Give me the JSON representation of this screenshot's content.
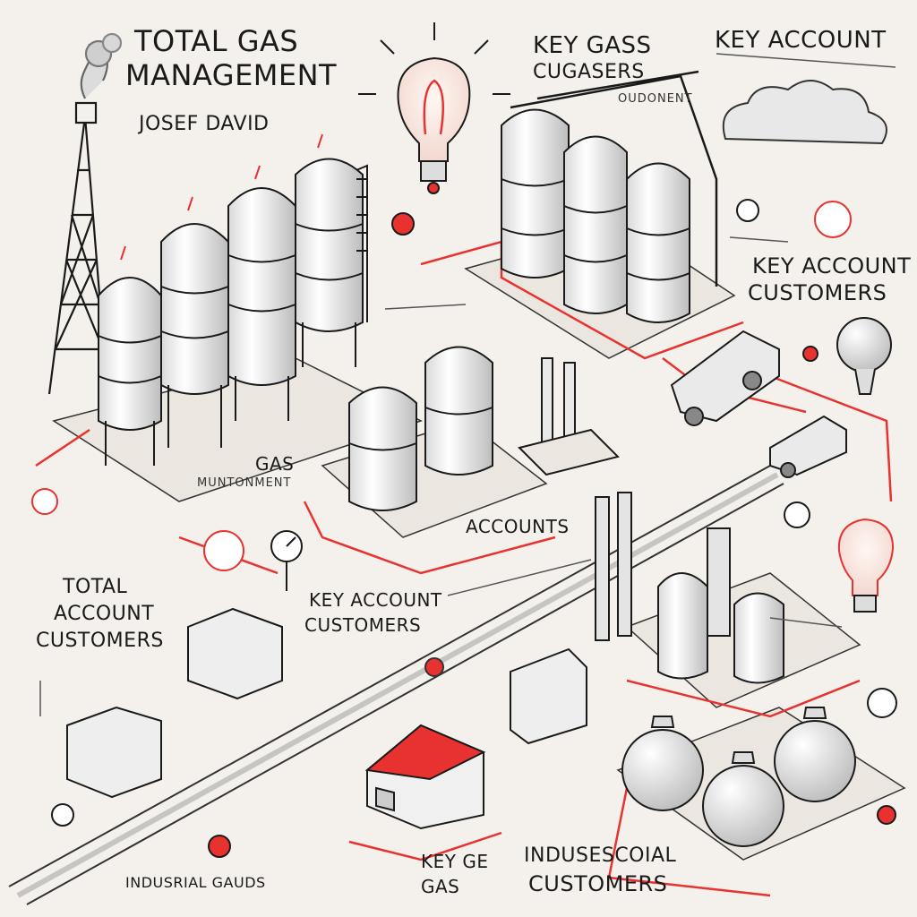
{
  "labels": {
    "title_line1": "TOTAL GAS",
    "title_line2": "MANAGEMENT",
    "author": "JOSEF DAVID",
    "key_gass_line1": "KEY GASS",
    "key_gass_line2": "CUGASERS",
    "oudonent": "OUDONENT",
    "key_account_top": "KEY ACCOUNT",
    "key_account_customers_right_line1": "KEY ACCOUNT",
    "key_account_customers_right_line2": "CUSTOMERS",
    "gas_line1": "GAS",
    "gas_line2": "MUNTONMENT",
    "accounts": "ACCOUNTS",
    "total_account_customers_line1": "TOTAL",
    "total_account_customers_line2": "ACCOUNT",
    "total_account_customers_line3": "CUSTOMERS",
    "key_account_customers_center_line1": "KEY ACCOUNT",
    "key_account_customers_center_line2": "CUSTOMERS",
    "industrial_gauds": "INDUSRIAL GAUDS",
    "key_ge_gas_line1": "KEY GE",
    "key_ge_gas_line2": "GAS",
    "indusescoial_customers_line1": "INDUSESCOIAL",
    "indusescoial_customers_line2": "CUSTOMERS"
  },
  "colors": {
    "ink": "#1a1a1a",
    "accent": "#e8322f",
    "paper": "#f4f1ec",
    "tank_fill": "#f7f7f7"
  },
  "icons": [
    "lightbulb-icon",
    "cloud-icon",
    "pressure-gauge-icon",
    "truck-icon",
    "balloon-icon",
    "oil-derrick-icon",
    "warehouse-icon"
  ]
}
